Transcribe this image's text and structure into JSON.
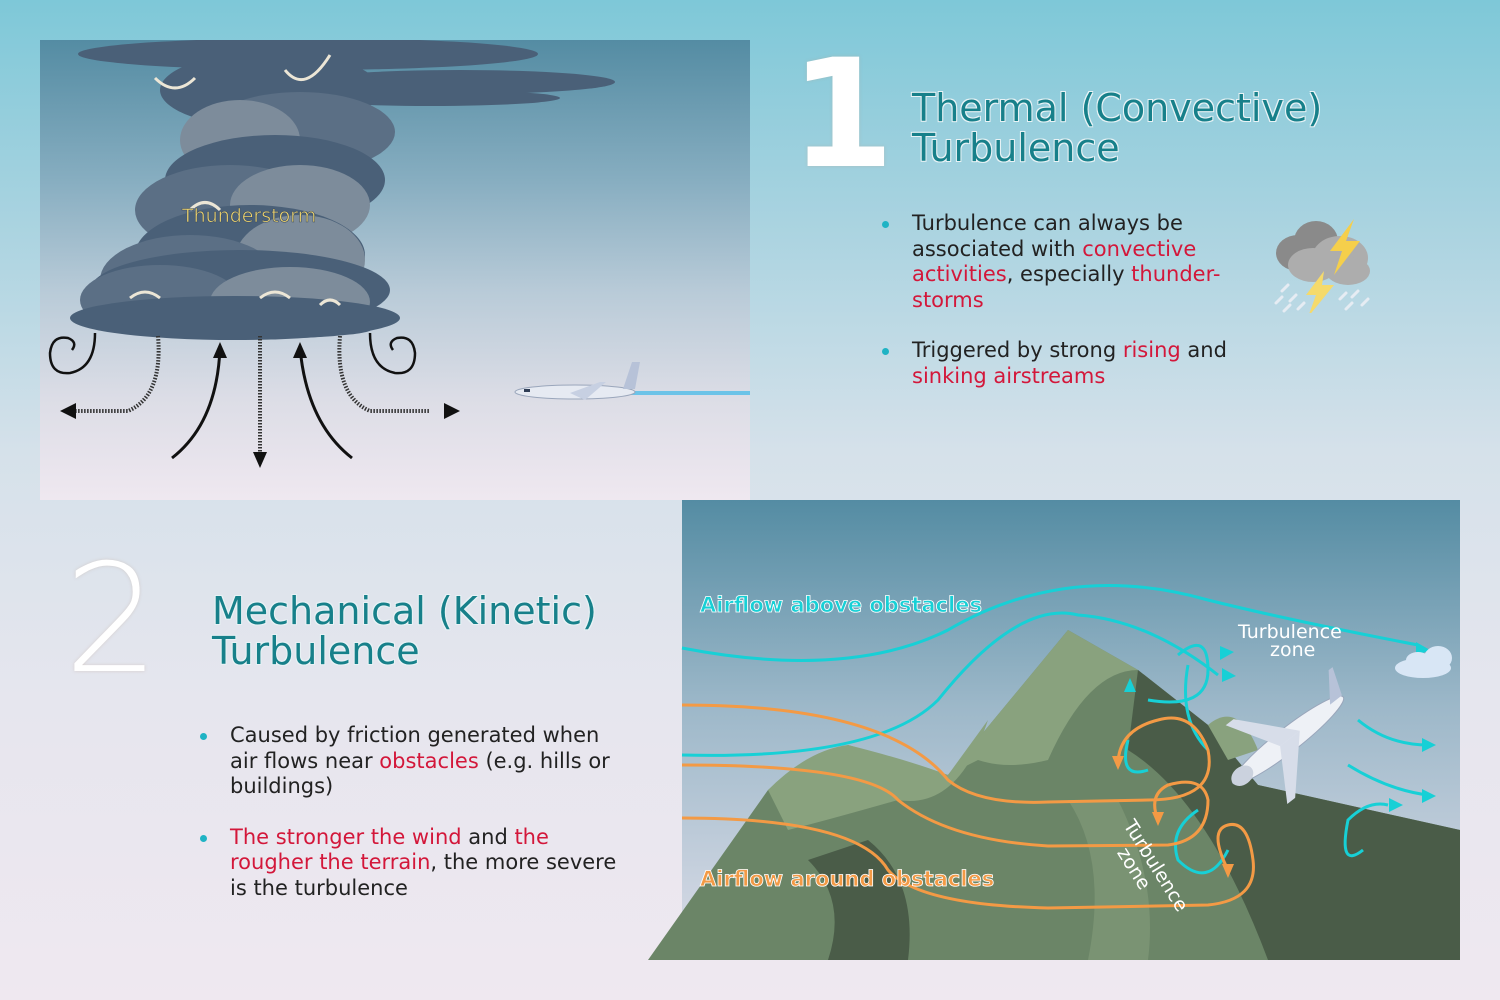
{
  "section1": {
    "number": "1",
    "title_line1": "Thermal (Convective)",
    "title_line2": "Turbulence",
    "illustration_label": "Thunderstorm",
    "icon": "thunderstorm-rain-icon",
    "bullets": [
      {
        "segments": [
          {
            "text": "Turbulence can always be associated with ",
            "highlight": false
          },
          {
            "text": "convective activities",
            "highlight": true
          },
          {
            "text": ", especially ",
            "highlight": false
          },
          {
            "text": "thunder-storms",
            "highlight": true
          }
        ]
      },
      {
        "segments": [
          {
            "text": "Triggered by strong ",
            "highlight": false
          },
          {
            "text": "rising",
            "highlight": true
          },
          {
            "text": " and ",
            "highlight": false
          },
          {
            "text": "sinking airstreams",
            "highlight": true
          }
        ]
      }
    ]
  },
  "section2": {
    "number": "2",
    "title_line1": "Mechanical (Kinetic)",
    "title_line2": "Turbulence",
    "bullets": [
      {
        "segments": [
          {
            "text": "Caused by friction generated when air flows near ",
            "highlight": false
          },
          {
            "text": "obstacles",
            "highlight": true
          },
          {
            "text": " (e.g. hills or buildings)",
            "highlight": false
          }
        ]
      },
      {
        "segments": [
          {
            "text": "The stronger the wind",
            "highlight": true
          },
          {
            "text": " and ",
            "highlight": false
          },
          {
            "text": "the rougher the terrain",
            "highlight": true
          },
          {
            "text": ", the more severe is the turbulence",
            "highlight": false
          }
        ]
      }
    ],
    "diagram_labels": {
      "airflow_above": "Airflow above obstacles",
      "airflow_around": "Airflow around obstacles",
      "turbulence_zone_top_1": "Turbulence",
      "turbulence_zone_top_2": "zone",
      "turbulence_zone_slope_1": "Turbulence",
      "turbulence_zone_slope_2": "zone"
    }
  },
  "colors": {
    "heading": "#17808a",
    "highlight": "#d3173a",
    "bullet_dot": "#1fb3c4",
    "airflow_above": "#17d0d6",
    "airflow_around": "#f39a45",
    "storm_label": "#f2d66b",
    "cloud": "#4a6078",
    "mountain_light": "#89a27e",
    "mountain_mid": "#6b8567",
    "mountain_dark": "#4a5c48"
  }
}
